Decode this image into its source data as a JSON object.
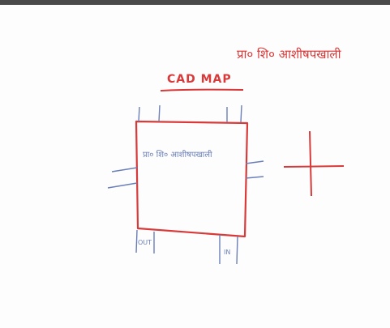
{
  "header_text": "प्रा० शि० आशीषपखाली",
  "title": "CAD MAP",
  "box_label": "प्रा० शि० आशीषपखाली",
  "port_labels": {
    "out": "OUT",
    "in": "IN"
  },
  "colors": {
    "ink_red": "#d83a3a",
    "ink_blue": "#6a7fb8",
    "background": "#fdfdfd"
  }
}
